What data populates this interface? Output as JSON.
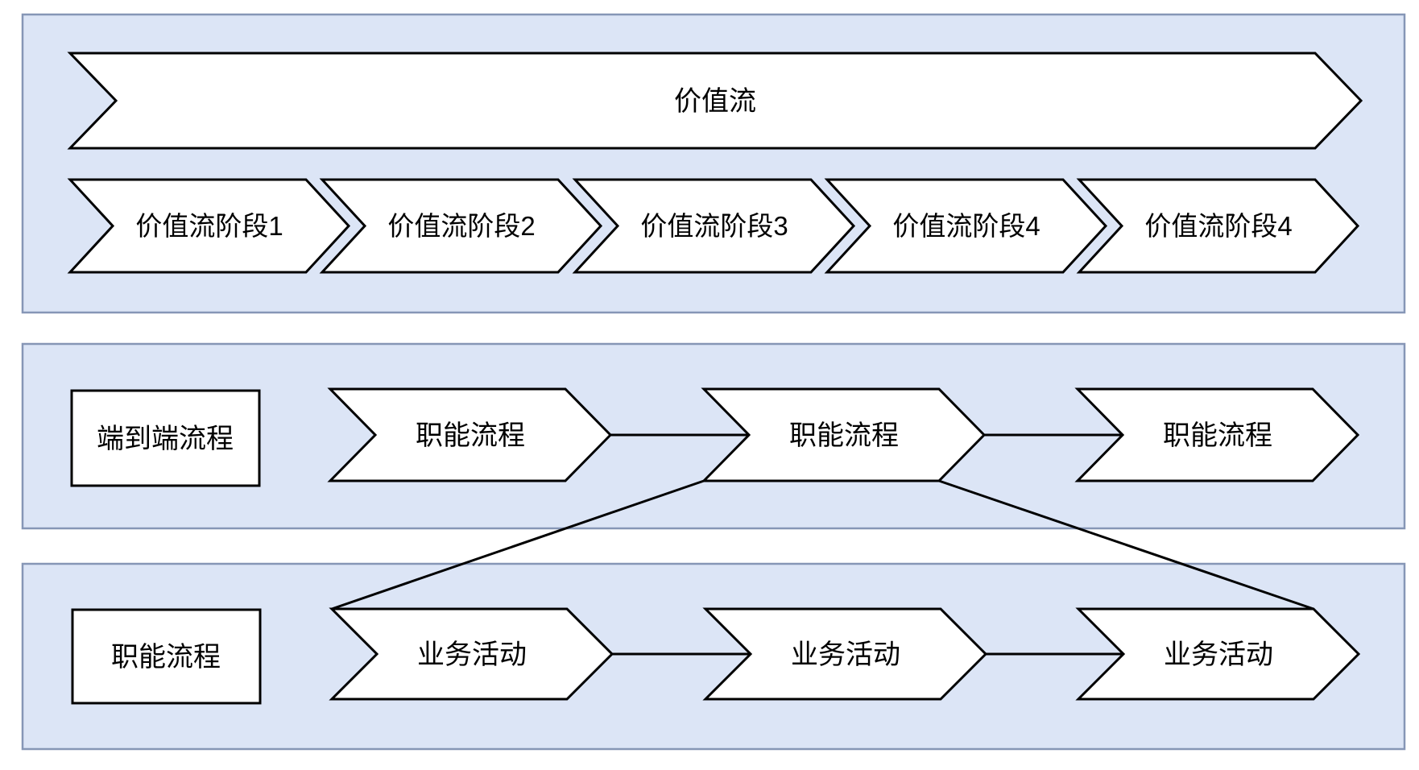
{
  "colors": {
    "panel-fill": "#dce5f6",
    "panel-stroke": "#8696b6",
    "shape-fill": "#ffffff",
    "shape-stroke": "#000000",
    "text-color": "#000000",
    "page-bg": "#ffffff"
  },
  "value_stream_band": {
    "title": "价值流",
    "stages": [
      {
        "label": "价值流阶段1"
      },
      {
        "label": "价值流阶段2"
      },
      {
        "label": "价值流阶段3"
      },
      {
        "label": "价值流阶段4"
      },
      {
        "label": "价值流阶段4"
      }
    ]
  },
  "end_to_end_band": {
    "label": "端到端流程",
    "processes": [
      {
        "label": "职能流程"
      },
      {
        "label": "职能流程"
      },
      {
        "label": "职能流程"
      }
    ]
  },
  "functional_band": {
    "label": "职能流程",
    "activities": [
      {
        "label": "业务活动"
      },
      {
        "label": "业务活动"
      },
      {
        "label": "业务活动"
      }
    ]
  }
}
